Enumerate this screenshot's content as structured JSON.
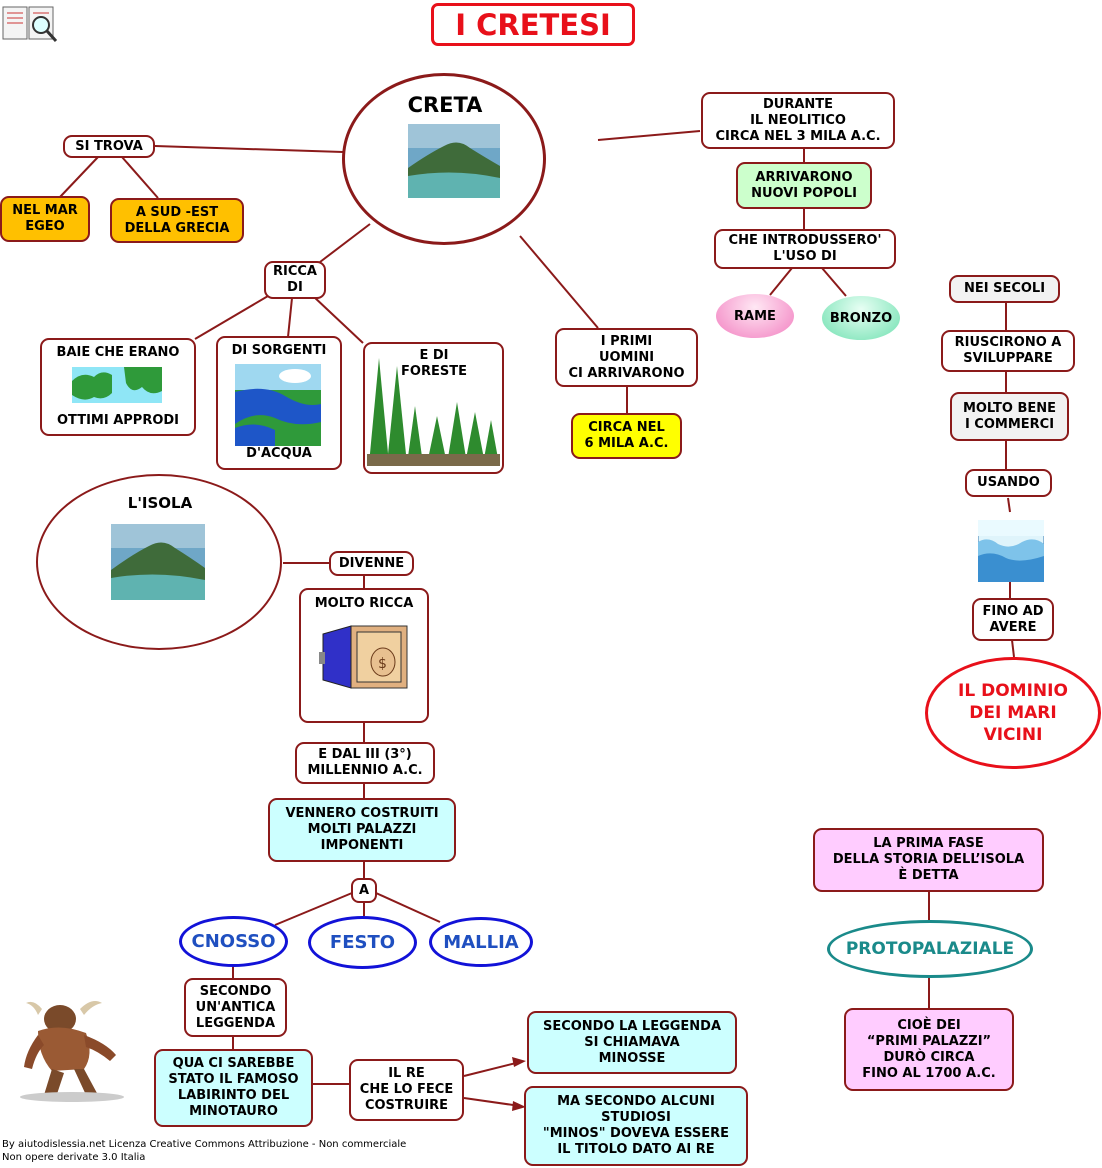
{
  "title": "I CRETESI",
  "colors": {
    "border": "#8b1a1a",
    "title": "#e8101a",
    "blue": "#1212d8",
    "teal": "#1a8a8a"
  },
  "icons": {
    "book": "book-magnifier-icon",
    "island": "island-photo",
    "bay": "bay-map-icon",
    "water": "water-springs-icon",
    "forest": "forest-icon",
    "safe": "money-safe-icon",
    "sea": "sea-waves-photo",
    "minotaur": "minotaur-picture"
  },
  "creta": {
    "label": "CRETA"
  },
  "si_trova": "SI TROVA",
  "nel_mar": "NEL MAR\nEGEO",
  "a_sud": "A SUD -EST\nDELLA GRECIA",
  "ricca_di": "RICCA\nDI",
  "baie": {
    "top": "BAIE CHE ERANO",
    "bottom": "OTTIMI APPRODI"
  },
  "sorgenti": {
    "top": "DI SORGENTI",
    "bottom": "D'ACQUA"
  },
  "foreste": "E DI\nFORESTE",
  "primi_uomini": "I PRIMI\nUOMINI\nCI ARRIVARONO",
  "sei_mila": "CIRCA  NEL\n6 MILA A.C.",
  "neolitico": "DURANTE\nIL NEOLITICO\nCIRCA NEL 3 MILA A.C.",
  "arrivarono": "ARRIVARONO\nNUOVI POPOLI",
  "introdussero": "CHE INTRODUSSERO'\nL'USO DI",
  "rame": "RAME",
  "bronzo": "BRONZO",
  "nei_secoli": "NEI SECOLI",
  "riuscirono": "RIUSCIRONO A\nSVILUPPARE",
  "commerci": "MOLTO BENE\nI COMMERCI",
  "usando": "USANDO",
  "fino_ad": "FINO AD\nAVERE",
  "dominio": "IL DOMINIO\nDEI MARI\nVICINI",
  "isola": {
    "label": "L'ISOLA"
  },
  "divenne": "DIVENNE",
  "molto_ricca": "MOLTO RICCA",
  "millennio": "E DAL III (3°)\nMILLENNIO A.C.",
  "palazzi": "VENNERO COSTRUITI\nMOLTI PALAZZI\nIMPONENTI",
  "a": "A",
  "cnosso": "CNOSSO",
  "festo": "FESTO",
  "mallia": "MALLIA",
  "legenda_antica": "SECONDO\nUN'ANTICA\nLEGGENDA",
  "minotauro": "QUA CI SAREBBE\nSTATO IL FAMOSO\nLABIRINTO DEL\nMINOTAURO",
  "il_re": "IL RE\nCHE LO FECE\nCOSTRUIRE",
  "minosse": "SECONDO LA LEGGENDA\nSI CHIAMAVA\nMINOSSE",
  "minos": "MA SECONDO ALCUNI\nSTUDIOSI\n\"MINOS\" DOVEVA ESSERE\nIL TITOLO DATO AI RE",
  "prima_fase": "LA PRIMA FASE\nDELLA STORIA DELL’ISOLA\nÈ DETTA",
  "protopalaziale": "PROTOPALAZIALE",
  "primi_palazzi": "CIOÈ DEI\n“PRIMI PALAZZI”\nDURÒ CIRCA\nFINO AL 1700 A.C.",
  "footer": "By aiutodislessia.net Licenza Creative Commons Attribuzione - Non commerciale\n Non opere derivate 3.0 Italia"
}
